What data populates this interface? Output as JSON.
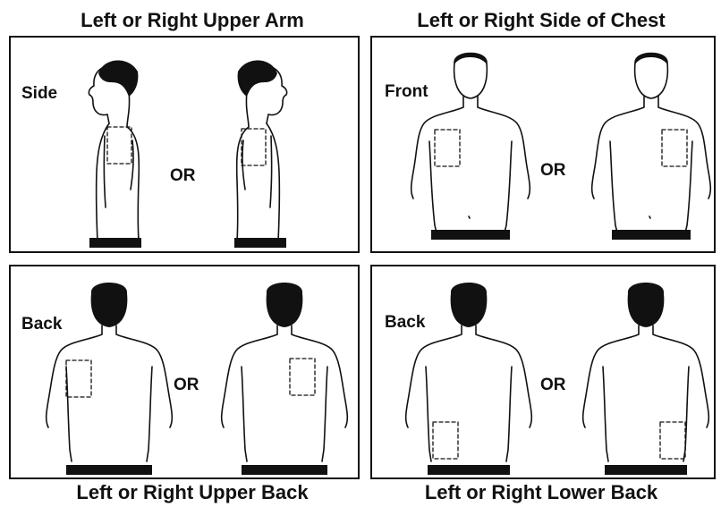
{
  "captions": {
    "upper_arm": "Left or Right Upper Arm",
    "chest": "Left or Right Side of Chest",
    "upper_back": "Left or Right Upper Back",
    "lower_back": "Left or Right Lower Back"
  },
  "panels": {
    "upper_arm": {
      "view": "Side",
      "or": "OR"
    },
    "chest": {
      "view": "Front",
      "or": "OR"
    },
    "upper_back": {
      "view": "Back",
      "or": "OR"
    },
    "lower_back": {
      "view": "Back",
      "or": "OR"
    }
  },
  "colors": {
    "ink": "#111111",
    "background": "#ffffff"
  }
}
